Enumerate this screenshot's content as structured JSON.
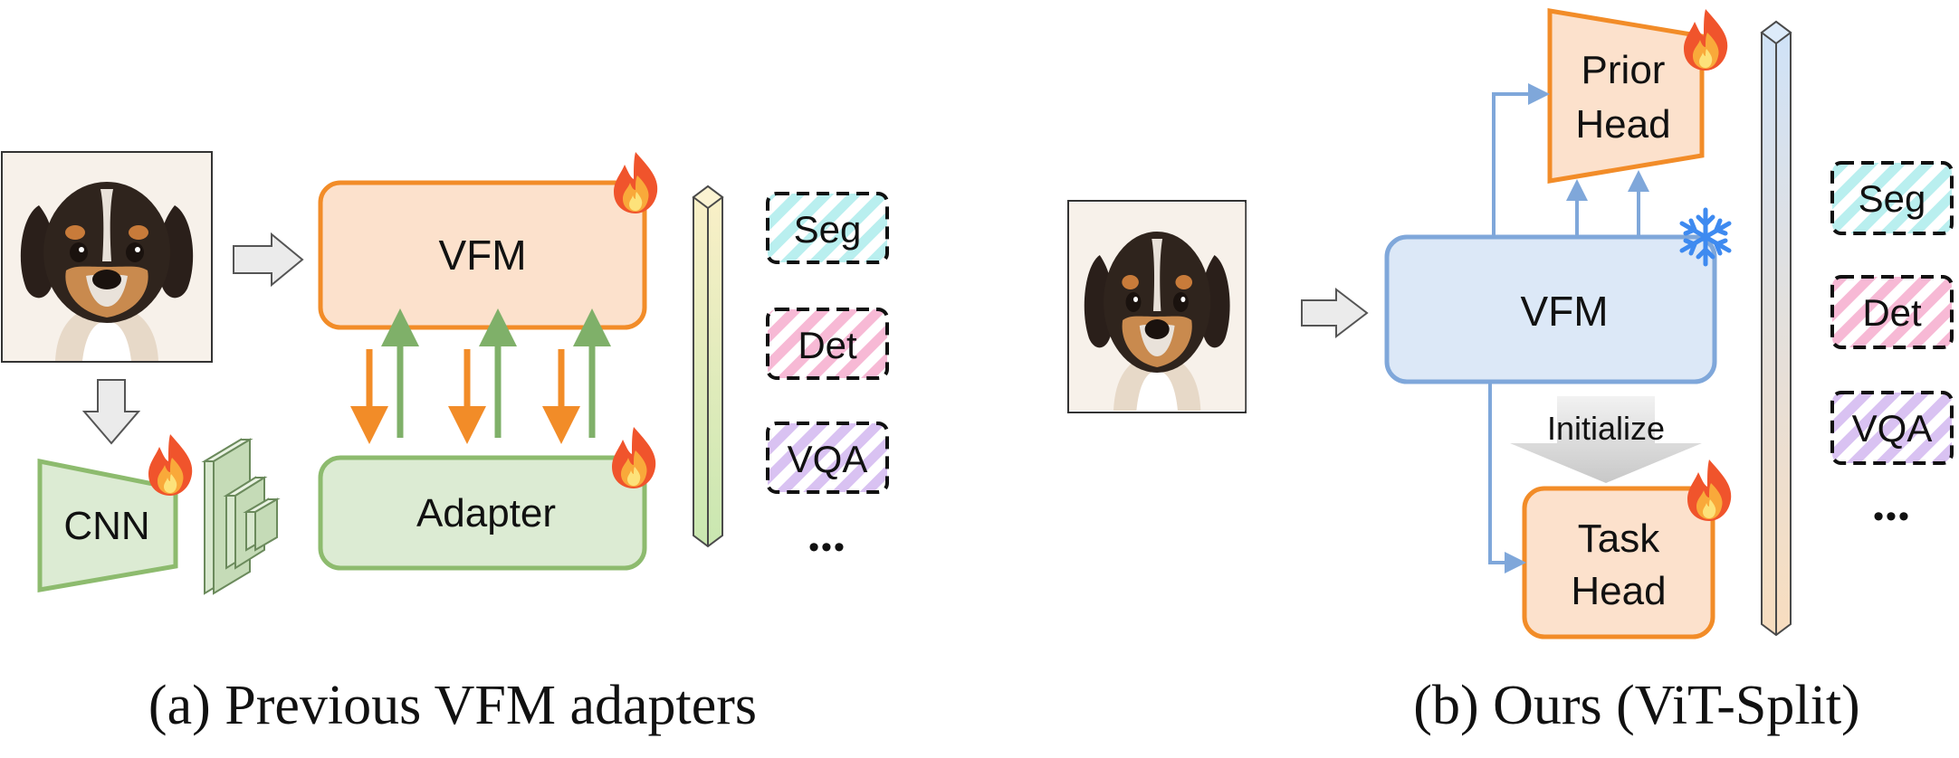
{
  "left_panel": {
    "vfm_label": "VFM",
    "adapter_label": "Adapter",
    "cnn_label": "CNN",
    "tasks": [
      "Seg",
      "Det",
      "VQA"
    ],
    "more": "•••",
    "caption": "(a) Previous VFM adapters"
  },
  "right_panel": {
    "vfm_label": "VFM",
    "prior_head_line1": "Prior",
    "prior_head_line2": "Head",
    "task_head_line1": "Task",
    "task_head_line2": "Head",
    "initialize_label": "Initialize",
    "tasks": [
      "Seg",
      "Det",
      "VQA"
    ],
    "more": "•••",
    "caption": "(b) Ours (ViT-Split)"
  },
  "icons": {
    "trainable": "fire-icon",
    "frozen": "snowflake-icon",
    "input": "puppy-image"
  },
  "colors": {
    "orange_border": "#F28C28",
    "orange_fill": "#FCE1CC",
    "green_border": "#8DBB6E",
    "green_fill": "#DCEBD3",
    "blue_border": "#7FA7DA",
    "blue_fill": "#DCE8F7",
    "blue_arrow": "#7FA7DA",
    "seg_stripe": "#B9EFEF",
    "det_stripe": "#F7B9D5",
    "vqa_stripe": "#D9C2F2"
  }
}
